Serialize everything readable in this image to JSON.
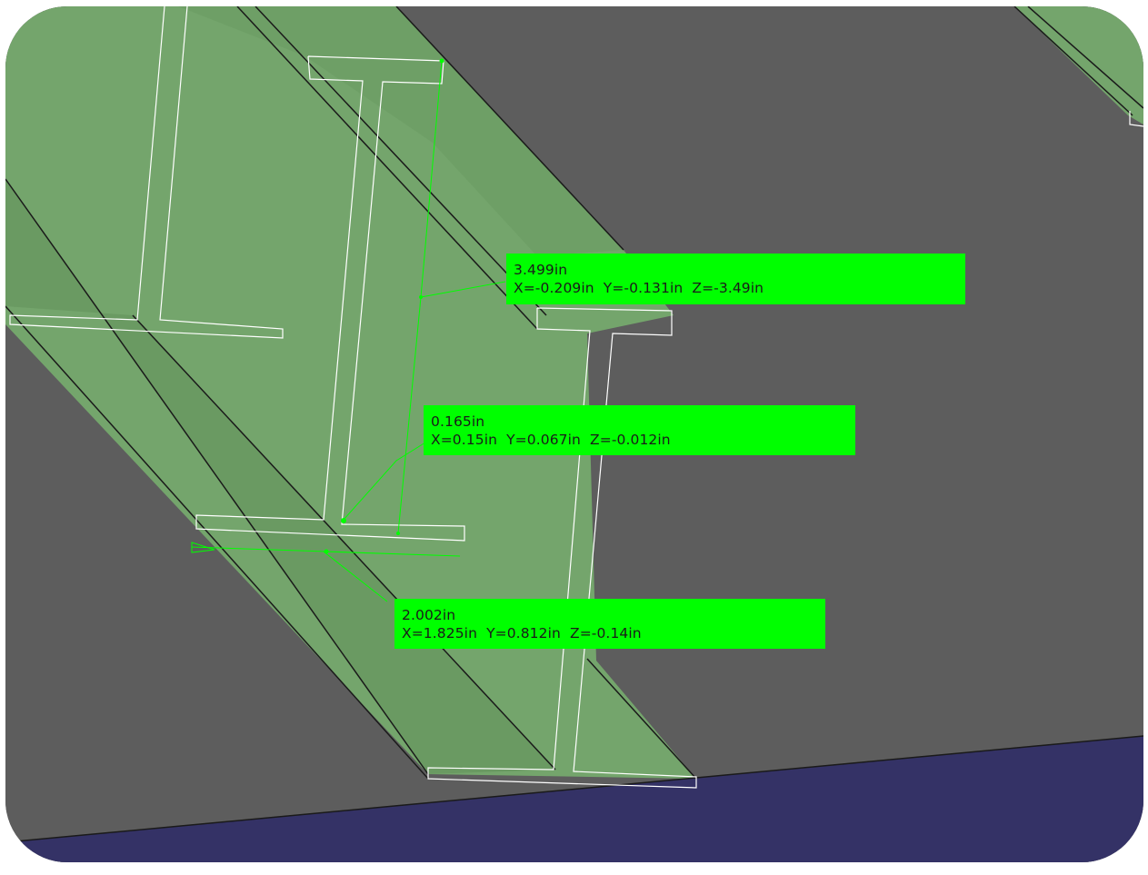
{
  "viewport": {
    "background_color": "#5d5d5d",
    "beam_color": "#74a56c",
    "beam_shadow_color": "#6a9a62",
    "edge_highlight_color": "#ffffff",
    "floor_color": "#343266",
    "measure_color": "#00ff00"
  },
  "measurements": [
    {
      "distance": "3.499in",
      "components": "X=-0.209in  Y=-0.131in  Z=-3.49in"
    },
    {
      "distance": "0.165in",
      "components": "X=0.15in  Y=0.067in  Z=-0.012in"
    },
    {
      "distance": "2.002in",
      "components": "X=1.825in  Y=0.812in  Z=-0.14in"
    }
  ]
}
